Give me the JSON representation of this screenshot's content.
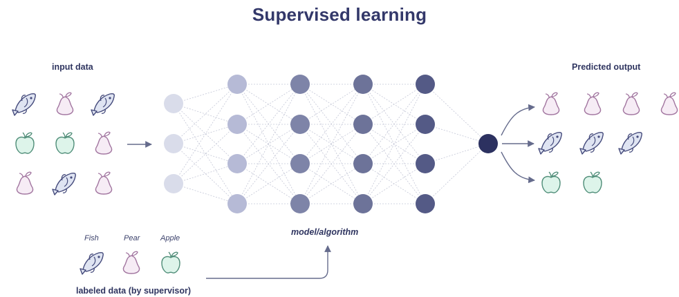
{
  "title": "Supervised learning",
  "labels": {
    "input": "input data",
    "output": "Predicted output",
    "model": "model/algorithm",
    "supervisor": "labeled data (by supervisor)",
    "fish": "Fish",
    "pear": "Pear",
    "apple": "Apple"
  },
  "input_grid": [
    [
      "fish",
      "pear",
      "fish"
    ],
    [
      "apple",
      "apple",
      "pear"
    ],
    [
      "pear",
      "fish",
      "pear"
    ]
  ],
  "predicted_output": {
    "pear_row": [
      "pear",
      "pear",
      "pear",
      "pear"
    ],
    "fish_row": [
      "fish",
      "fish",
      "fish"
    ],
    "apple_row": [
      "apple",
      "apple"
    ]
  },
  "network": {
    "layer_sizes": [
      3,
      4,
      4,
      4,
      4,
      1
    ],
    "layer_colors": [
      "#d9dcea",
      "#b6bad6",
      "#7e84a8",
      "#6d7399",
      "#545a86",
      "#2c3160"
    ]
  },
  "colors": {
    "fish_fill": "#dfe4f2",
    "fish_stroke": "#454b7c",
    "pear_fill": "#f6ecf5",
    "pear_stroke": "#a276a0",
    "apple_fill": "#ddf4ea",
    "apple_stroke": "#4f8d78",
    "arrow": "#656b8c",
    "edge": "#c3c6d6"
  }
}
